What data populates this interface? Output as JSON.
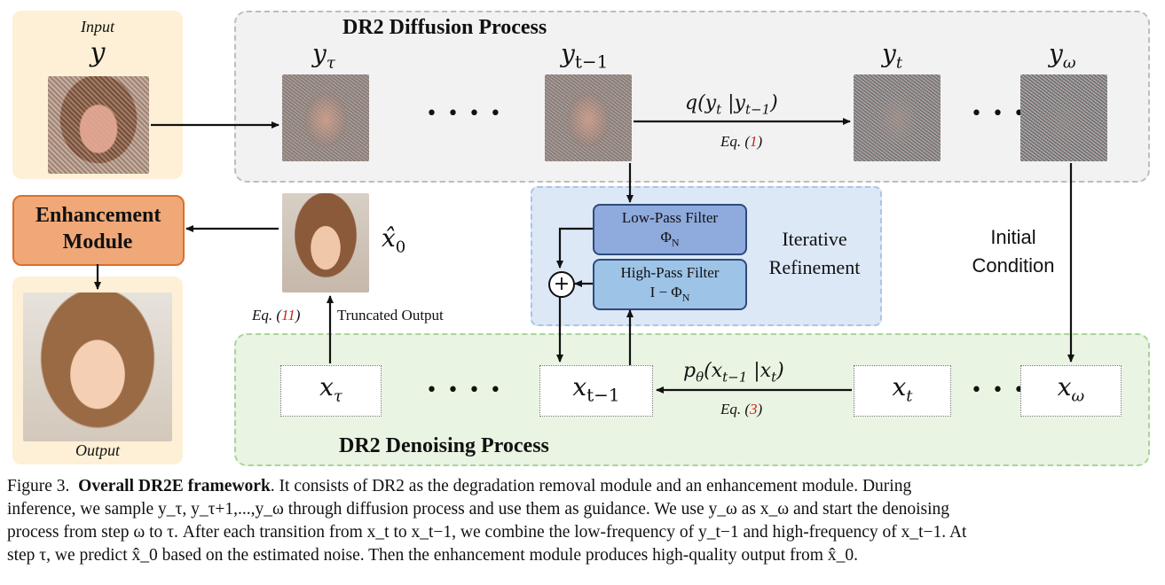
{
  "diagram": {
    "input_label": "Input",
    "input_var": "y",
    "output_label": "Output",
    "enhancement_module": "Enhancement Module",
    "diffusion_title": "DR2 Diffusion Process",
    "denoising_title": "DR2 Denoising Process",
    "y_tau": "y",
    "y_tau_sub": "τ",
    "y_tm1": "y",
    "y_tm1_sub": "t−1",
    "y_t": "y",
    "y_t_sub": "t",
    "y_omega": "y",
    "y_omega_sub": "ω",
    "dots_long": "• • • •",
    "dots_short": "• • •",
    "q_label": "q(y",
    "q_label_sub1": "t",
    "q_label_mid": " |y",
    "q_label_sub2": "t−1",
    "q_label_end": ")",
    "eq1_prefix": "Eq. (",
    "eq1_num": "1",
    "eq1_suffix": ")",
    "low_pass_line1": "Low-Pass Filter",
    "low_pass_line2": "Φ",
    "low_pass_sub": "N",
    "high_pass_line1": "High-Pass Filter",
    "high_pass_line2": "I  − Φ",
    "high_pass_sub": "N",
    "plus_symbol": "+",
    "iterative_line1": "Iterative",
    "iterative_line2": "Refinement",
    "initial_line1": "Initial",
    "initial_line2": "Condition",
    "x0_hat": "x̂",
    "x0_sub": "0",
    "eq11_prefix": "Eq. (",
    "eq11_num": "11",
    "eq11_suffix": ")",
    "truncated_output": "Truncated Output",
    "x_tau": "x",
    "x_tau_sub": "τ",
    "x_tm1": "x",
    "x_tm1_sub": "t−1",
    "x_t": "x",
    "x_t_sub": "t",
    "x_omega": "x",
    "x_omega_sub": "ω",
    "p_label": "p",
    "p_label_theta": "θ",
    "p_label_rest": "(x",
    "p_label_sub1": "t−1",
    "p_label_mid": " |x",
    "p_label_sub2": "t",
    "p_label_end": ")",
    "eq3_prefix": "Eq. (",
    "eq3_num": "3",
    "eq3_suffix": ")"
  },
  "caption": {
    "fig": "Figure 3.",
    "title": "Overall DR2E framework",
    "line1_rest": ".  It consists of DR2 as the degradation removal module and an enhancement module.  During",
    "line2": "inference, we sample y_τ, y_τ+1,...,y_ω through diffusion process and use them as guidance.  We use y_ω as x_ω and start the denoising",
    "line3": "process from step ω to τ. After each transition from x_t to x_t−1, we combine the low-frequency of y_t−1 and high-frequency of x_t−1. At",
    "line4": "step τ, we predict x̂_0 based on the estimated noise. Then the enhancement module produces high-quality output from x̂_0."
  },
  "colors": {
    "eq_number_red": "#cc1f1f",
    "enhancement_fill": "#f0a878",
    "enhancement_border": "#d9702a",
    "filter_low_fill": "#8faadc",
    "filter_high_fill": "#9dc3e6",
    "filter_border": "#2e4a7a"
  }
}
